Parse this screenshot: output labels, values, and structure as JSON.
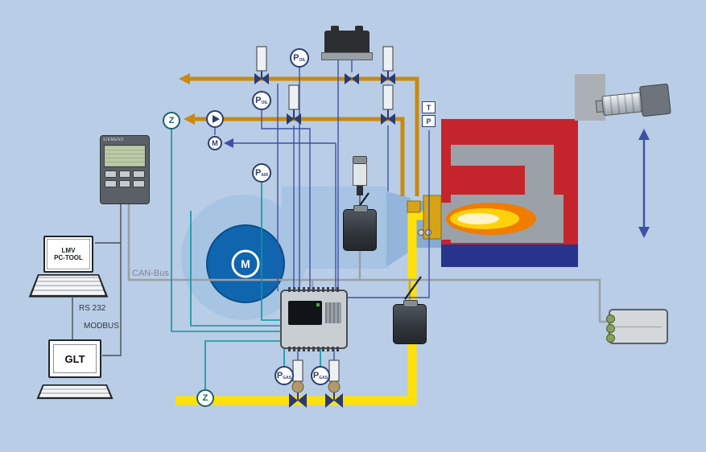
{
  "scene": {
    "description": "Siemens LMV burner management system diagram (dual fuel oil/gas burner with boiler)",
    "background": "#b9cde6"
  },
  "labels": {
    "siemens_display": "SIEMENS",
    "pc_tool_line1": "LMV",
    "pc_tool_line2": "PC-TOOL",
    "rs232": "RS 232",
    "modbus": "MODBUS",
    "glt": "GLT",
    "can_bus": "CAN-Bus",
    "counter": "Z",
    "motor": "M",
    "pump_motor": "M",
    "temperature": "T",
    "pressure": "P"
  },
  "sensors": {
    "p_oil": {
      "letter": "P",
      "sub": "OIL"
    },
    "p_air": {
      "letter": "P",
      "sub": "AIR"
    },
    "p_gas": {
      "letter": "P",
      "sub": "GAS"
    }
  },
  "colors": {
    "background": "#b9cde6",
    "oil_pipe": "#c98a10",
    "gas_pipe": "#ffe10a",
    "signal_teal": "#0b96a0",
    "signal_blue": "#3f51a5",
    "can_bus_gray": "#9aa0a8",
    "boiler_red": "#c4252c",
    "boiler_water_blue": "#27348b",
    "boiler_gray": "#9ba1a8",
    "fan_housing_blue": "#a7c4e3",
    "motor_blue": "#0f65ae",
    "flame_orange": "#f07c00",
    "flame_yellow": "#ffd10a",
    "valve_navy": "#2b3a71"
  }
}
